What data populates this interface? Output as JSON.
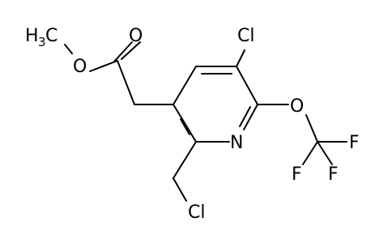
{
  "labels": {
    "methyl": "H",
    "methyl_sub": "3",
    "methyl_c": "C",
    "ester_o": "O",
    "carbonyl_o": "O",
    "cl_ring": "Cl",
    "ether_o": "O",
    "f1": "F",
    "f2": "F",
    "f3": "F",
    "ring_n": "N",
    "cl_chain": "Cl"
  },
  "colors": {
    "bond": "#000000",
    "label": "#000000",
    "background": "#ffffff"
  }
}
